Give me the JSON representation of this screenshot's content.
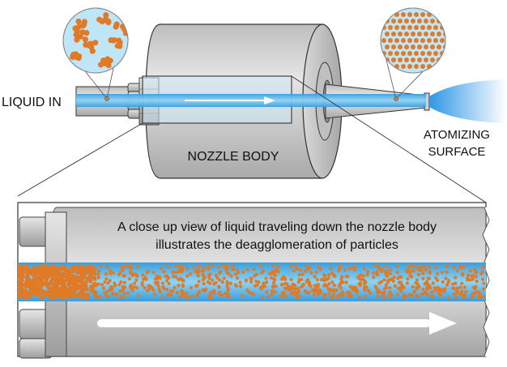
{
  "labels": {
    "liquid_in": "LIQUID IN",
    "nozzle_body": "NOZZLE BODY",
    "atomizing_line1": "ATOMIZING",
    "atomizing_line2": "SURFACE",
    "closeup_line1": "A close up view of liquid traveling down the nozzle body",
    "closeup_line2": "illustrates the deagglomeration of particles"
  },
  "colors": {
    "liquid": "#4fb3e8",
    "particle": "#e07a26",
    "body": "#cfcfcf",
    "body_dark": "#9e9e9e",
    "spray": "#3aa6ee",
    "outline": "#333333"
  }
}
